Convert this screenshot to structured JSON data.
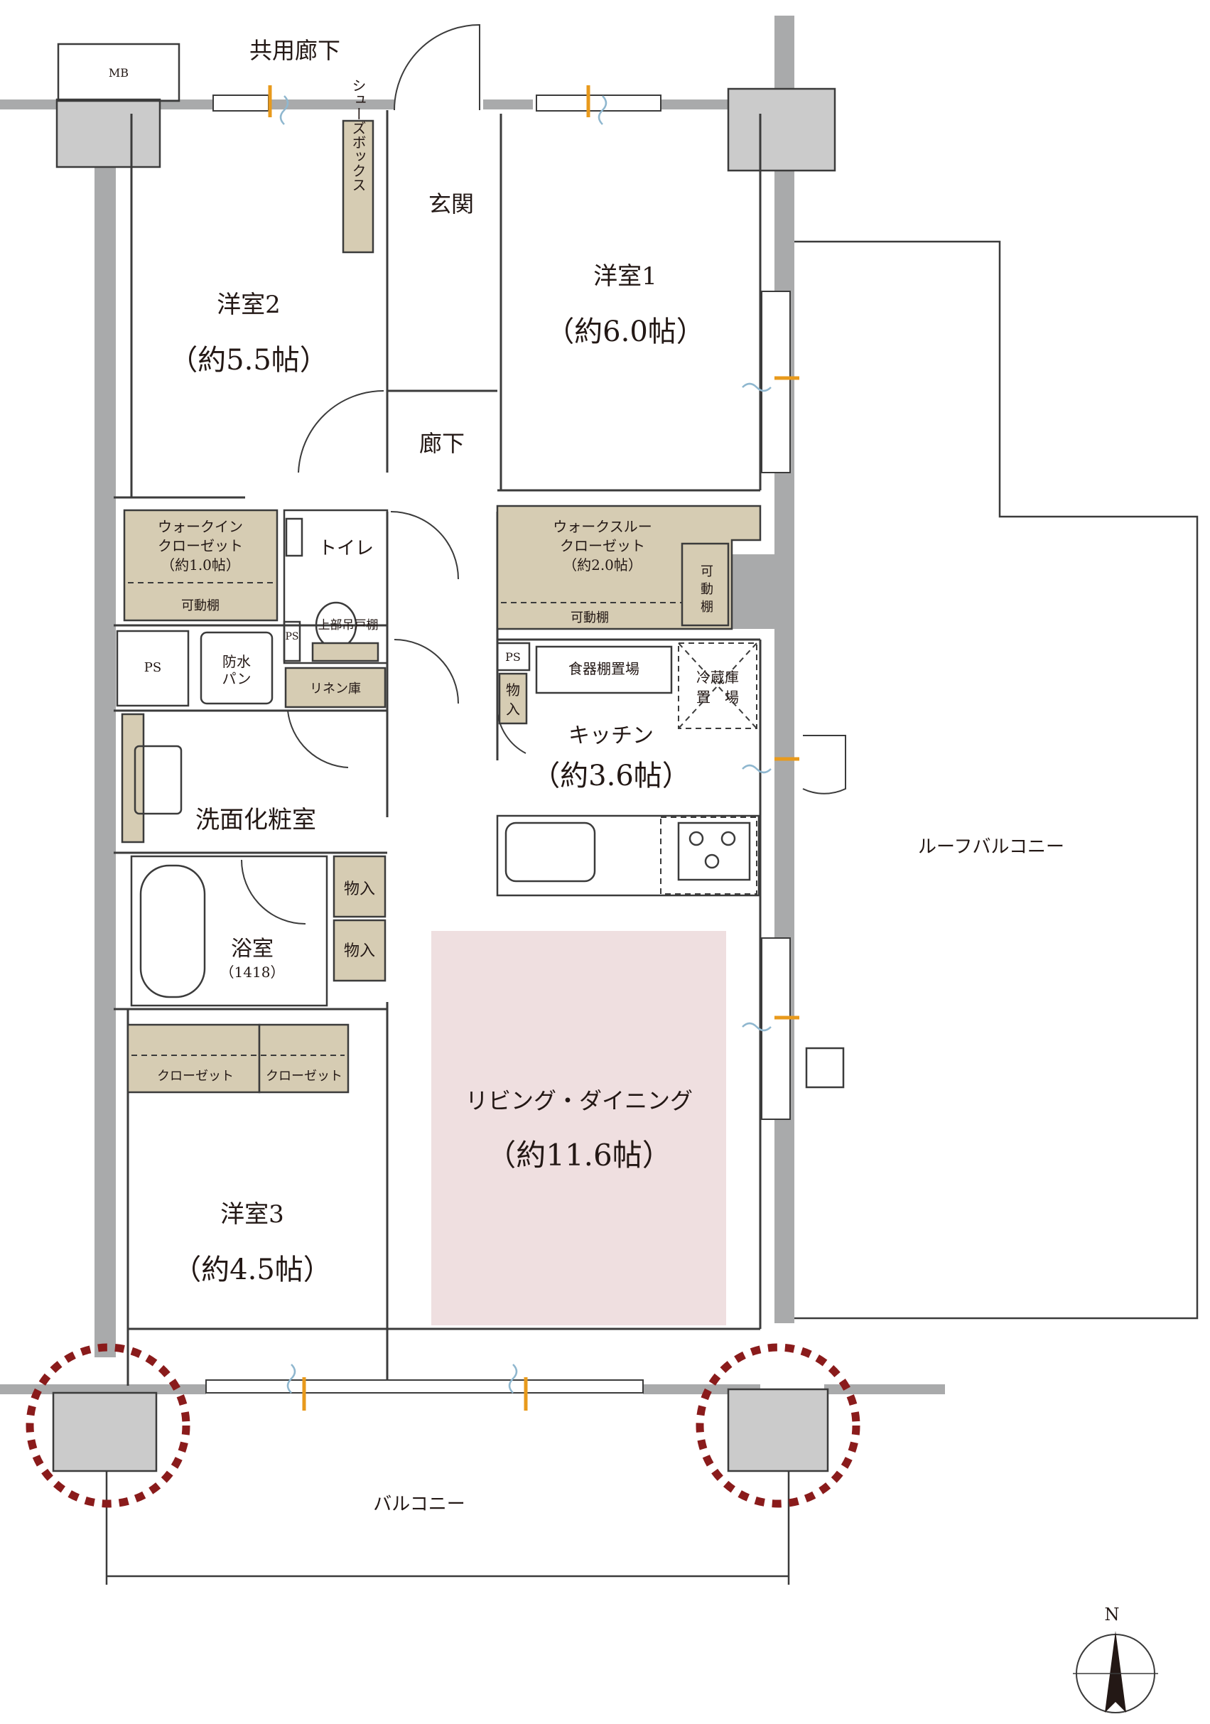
{
  "rooms": {
    "corridor_common": "共用廊下",
    "mb": "MB",
    "shoe_box": "シューズボックス",
    "genkan": "玄関",
    "western1_name": "洋室1",
    "western1_size": "（約6.0帖）",
    "western2_name": "洋室2",
    "western2_size": "（約5.5帖）",
    "hallway": "廊下",
    "wic_line1": "ウォークイン",
    "wic_line2": "クローゼット",
    "wic_line3": "（約1.0帖）",
    "wic_shelf": "可動棚",
    "toilet": "トイレ",
    "upper_cabinet": "上部吊戸棚",
    "ps_small": "PS",
    "linen": "リネン庫",
    "wtc_line1": "ウォークスルー",
    "wtc_line2": "クローゼット",
    "wtc_line3": "（約2.0帖）",
    "wtc_shelf": "可動棚",
    "wtc_shelf_v1": "可",
    "wtc_shelf_v2": "動",
    "wtc_shelf_v3": "棚",
    "ps_left": "PS",
    "waterproof_pan_1": "防水",
    "waterproof_pan_2": "パン",
    "ps_kitchen": "PS",
    "storage_kitchen_1": "物",
    "storage_kitchen_2": "入",
    "dish_cabinet": "食器棚置場",
    "fridge_1": "冷蔵庫",
    "fridge_2": "置　場",
    "kitchen_name": "キッチン",
    "kitchen_size": "（約3.6帖）",
    "washroom": "洗面化粧室",
    "storage_a": "物入",
    "storage_b": "物入",
    "bath_name": "浴室",
    "bath_size": "（1418）",
    "closet_a": "クローゼット",
    "closet_b": "クローゼット",
    "ld_name": "リビング・ダイニング",
    "ld_size": "（約11.6帖）",
    "western3_name": "洋室3",
    "western3_size": "（約4.5帖）",
    "roof_balcony": "ルーフバルコニー",
    "balcony": "バルコニー",
    "north": "N"
  },
  "colors": {
    "storage_fill": "#d6ccb3",
    "ld_highlight": "#efdfe0",
    "wall_fill": "#a9aaab",
    "dotted_circle": "#8a1b1b",
    "vent_orange": "#e89a1c",
    "vent_blue": "#8fb7cf"
  },
  "icons": [
    "vent-icon",
    "compass-icon",
    "column-marker-icon"
  ]
}
